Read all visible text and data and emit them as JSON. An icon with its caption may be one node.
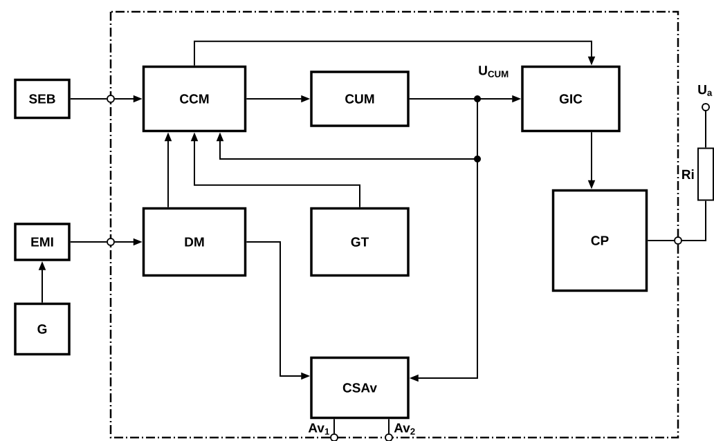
{
  "diagram": {
    "nodes": [
      {
        "text": [
          "SEB"
        ]
      },
      {
        "text": [
          "CCM"
        ]
      },
      {
        "text": [
          "CUM"
        ]
      },
      {
        "text": [
          "GIC"
        ]
      },
      {
        "text": [
          "EMI"
        ]
      },
      {
        "text": [
          "DM"
        ]
      },
      {
        "text": [
          "GT"
        ]
      },
      {
        "text": [
          "CP"
        ]
      },
      {
        "text": [
          "G"
        ]
      },
      {
        "text": [
          "CSAv"
        ]
      },
      {
        "text": [],
        "shape": "box",
        "beside": [
          "Ri"
        ]
      },
      {
        "text": [],
        "shape": "circle"
      },
      {
        "text": [],
        "shape": "circle"
      },
      {
        "text": [],
        "shape": "circle"
      },
      {
        "text": [],
        "shape": "circle"
      },
      {
        "text": [],
        "shape": "circle"
      },
      {
        "text": [],
        "shape": "circle"
      }
    ],
    "edges": [
      {
        "from": 0,
        "to": 11,
        "arrow": "none"
      },
      {
        "from": 11,
        "to": 1,
        "arrow": "to"
      },
      {
        "from": 1,
        "to": 2,
        "arrow": "to"
      },
      {
        "from": 2,
        "to": 3,
        "arrow": "to"
      },
      {
        "from": 1,
        "to": 3,
        "arrow": "to"
      },
      {
        "from": 3,
        "to": 7,
        "arrow": "to"
      },
      {
        "from": 7,
        "to": 13,
        "arrow": "none"
      },
      {
        "from": 13,
        "to": 10,
        "arrow": "none"
      },
      {
        "from": 10,
        "to": 14,
        "arrow": "none"
      },
      {
        "from": 4,
        "to": 12,
        "arrow": "none"
      },
      {
        "from": 12,
        "to": 5,
        "arrow": "to"
      },
      {
        "from": 8,
        "to": 4,
        "arrow": "to"
      },
      {
        "from": 5,
        "to": 1,
        "arrow": "to"
      },
      {
        "from": 6,
        "to": 1,
        "arrow": "to"
      },
      {
        "from": 2,
        "to": 1,
        "arrow": "to"
      },
      {
        "from": 2,
        "to": 9,
        "arrow": "to"
      },
      {
        "from": 5,
        "to": 9,
        "arrow": "to"
      },
      {
        "from": 9,
        "to": 15,
        "arrow": "none"
      },
      {
        "from": 9,
        "to": 16,
        "arrow": "none"
      }
    ],
    "labels": [
      "U$_{CUM}$",
      "U$_{a}$",
      "Av$_{1}$",
      "Av$_{2}$"
    ]
  }
}
